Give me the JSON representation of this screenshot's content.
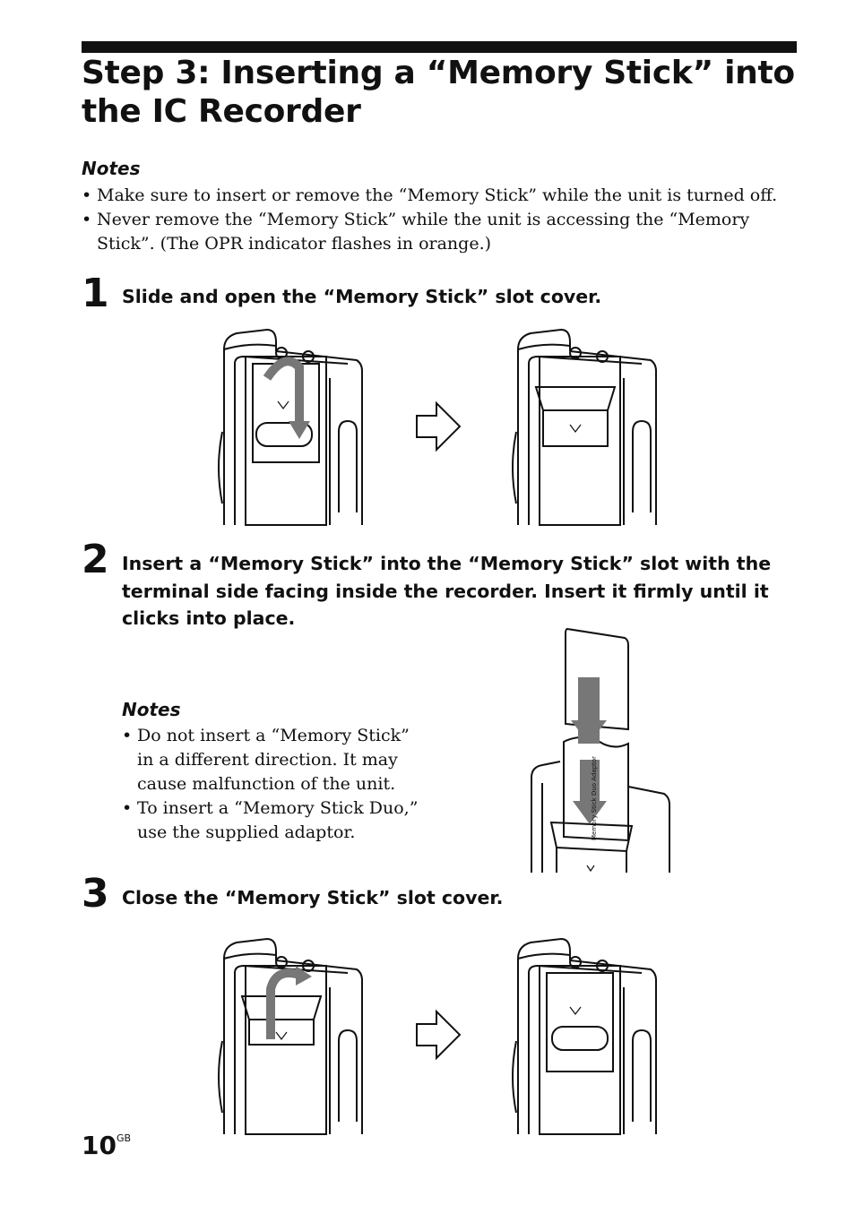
{
  "header": {
    "title": "Step 3:  Inserting a “Memory Stick” into the IC Recorder"
  },
  "notes_top": {
    "heading": "Notes",
    "items": [
      "Make sure to insert or remove the “Memory Stick” while the unit is turned off.",
      "Never remove the “Memory Stick” while the unit is accessing the “Memory Stick”. (The OPR indicator flashes in orange.)"
    ]
  },
  "bullet_char": "•",
  "steps": [
    {
      "number": "1",
      "text": "Slide and open the “Memory Stick” slot cover."
    },
    {
      "number": "2",
      "text": "Insert a “Memory Stick” into the “Memory Stick” slot with the terminal side facing inside the recorder.  Insert it firmly until it clicks into place."
    },
    {
      "number": "3",
      "text": "Close the “Memory Stick” slot cover."
    }
  ],
  "notes_step2": {
    "heading": "Notes",
    "items": [
      "Do not insert a “Memory Stick” in a different direction. It may cause malfunction of the unit.",
      "To insert a “Memory Stick Duo,” use the supplied adaptor."
    ]
  },
  "adaptor_label": "Memory Stick Duo Adaptor",
  "footer": {
    "page_number": "10",
    "suffix": "GB"
  }
}
